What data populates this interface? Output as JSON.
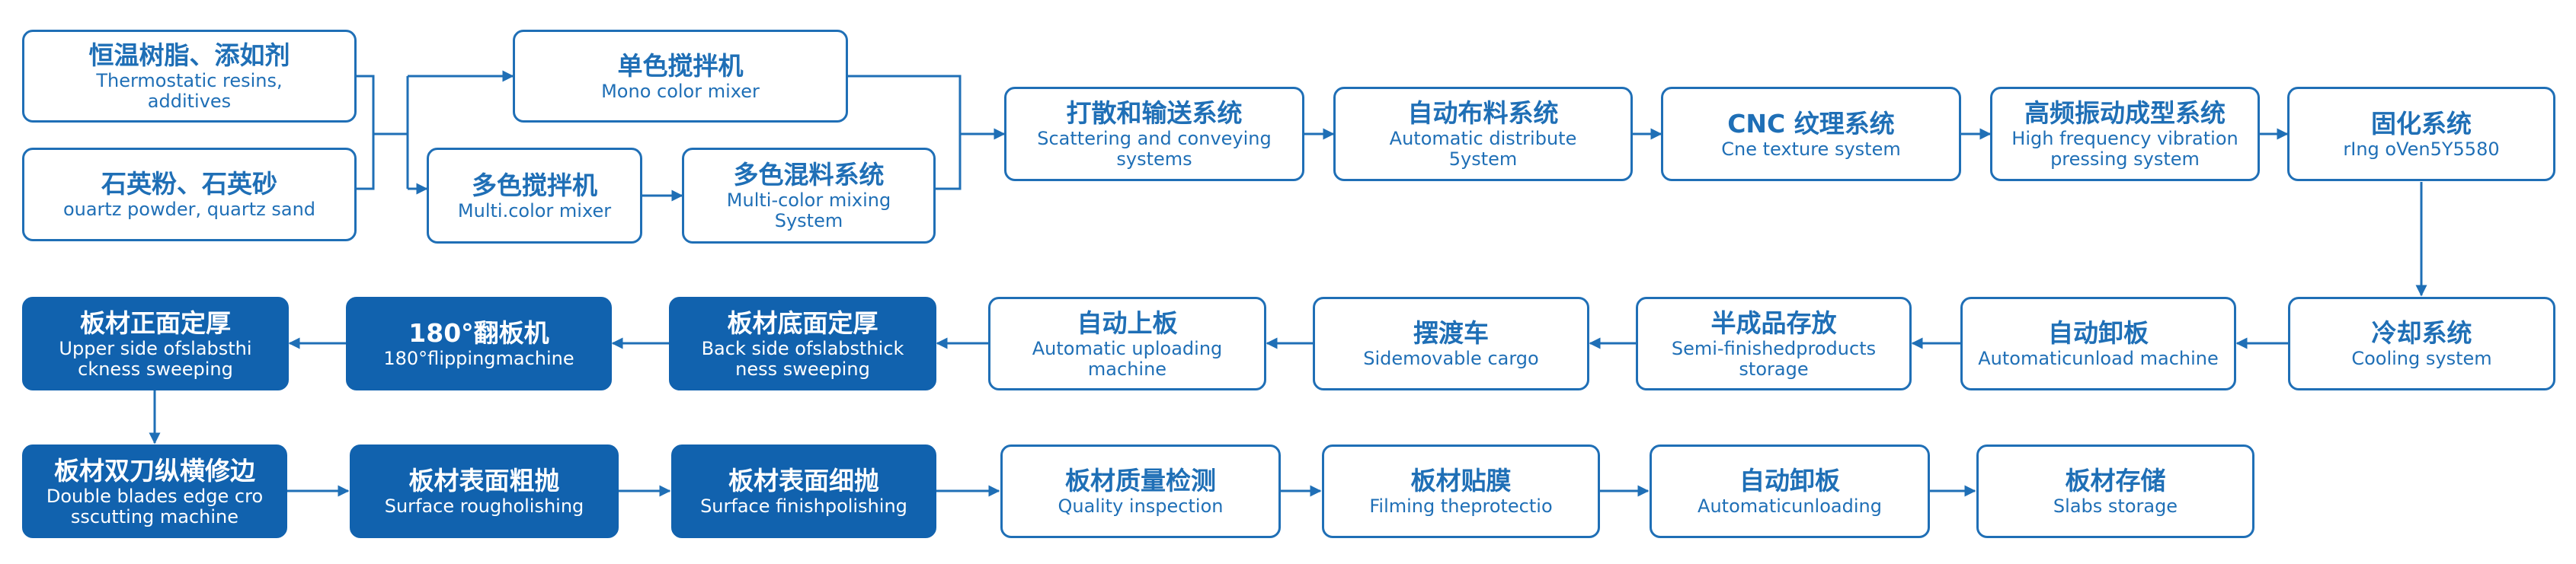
{
  "nodes": {
    "n01": {
      "zh": "恒温树脂、添如剂",
      "en": "Thermostatic resins,\nadditives"
    },
    "n02": {
      "zh": "石英粉、石英砂",
      "en": "ouartz powder, quartz sand"
    },
    "n03": {
      "zh": "单色搅拌机",
      "en": "Mono color mixer"
    },
    "n04": {
      "zh": "多色搅拌机",
      "en": "Multi.color mixer"
    },
    "n05": {
      "zh": "多色混料系统",
      "en": "Multi-color mixing\nSystem"
    },
    "n06": {
      "zh": "打散和输送系统",
      "en": "Scattering and conveying\nsystems"
    },
    "n07": {
      "zh": "自动布料系统",
      "en": "Automatic distribute\n5ystem"
    },
    "n08": {
      "zh": "CNC 纹理系统",
      "en": "Cne texture system"
    },
    "n09": {
      "zh": "高频振动成型系统",
      "en": "High frequency vibration\npressing system"
    },
    "n10": {
      "zh": "固化系统",
      "en": "rIng oVen5Y5580"
    },
    "n11": {
      "zh": "冷却系统",
      "en": "Cooling system"
    },
    "n12": {
      "zh": "自动卸板",
      "en": "Automaticunload machine"
    },
    "n13": {
      "zh": "半成品存放",
      "en": "Semi-finishedproducts\nstorage"
    },
    "n14": {
      "zh": "摆渡车",
      "en": "Sidemovable cargo"
    },
    "n15": {
      "zh": "自动上板",
      "en": "Automatic uploading\nmachine"
    },
    "n16": {
      "zh": "板材底面定厚",
      "en": "Back side ofslabsthick\nness sweeping"
    },
    "n17": {
      "zh": "180°翻板机",
      "en": "180°flippingmachine"
    },
    "n18": {
      "zh": "板材正面定厚",
      "en": "Upper side ofslabsthi\nckness sweeping"
    },
    "n19": {
      "zh": "板材双刀纵横修边",
      "en": "Double blades edge cro\nsscutting machine"
    },
    "n20": {
      "zh": "板材表面粗抛",
      "en": "Surface rougholishing"
    },
    "n21": {
      "zh": "板材表面细抛",
      "en": "Surface finishpolishing"
    },
    "n22": {
      "zh": "板材质量检测",
      "en": "Quality inspection"
    },
    "n23": {
      "zh": "板材贴膜",
      "en": "Filming theprotectio"
    },
    "n24": {
      "zh": "自动卸板",
      "en": "Automaticunloading"
    },
    "n25": {
      "zh": "板材存储",
      "en": "Slabs storage"
    }
  },
  "colors": {
    "line": "#1f6fb6",
    "filled": "#1162ae",
    "text": "#1f6fb6"
  }
}
